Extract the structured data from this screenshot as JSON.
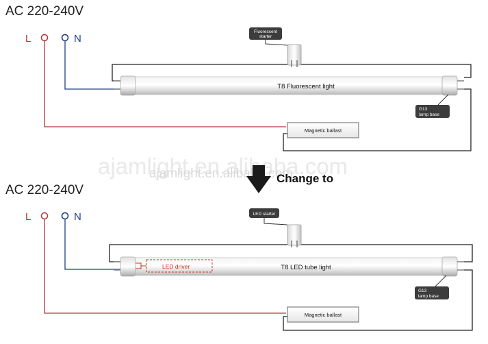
{
  "top_section": {
    "supply_label": "AC 220-240V",
    "live_label": "L",
    "neutral_label": "N",
    "starter_callout": [
      "Fluorescent",
      "starter"
    ],
    "tube_label": "T8 Fluorescent light",
    "base_callout": [
      "G13",
      "lamp base"
    ],
    "ballast_label": "Magnetic ballast"
  },
  "change": {
    "label": "Change to"
  },
  "watermark": {
    "large": "ajamlight.en.alibaba.com",
    "small": "ajamlight.en.alibaba.com"
  },
  "bottom_section": {
    "supply_label": "AC 220-240V",
    "live_label": "L",
    "neutral_label": "N",
    "starter_callout": [
      "LED starter"
    ],
    "driver_label": "LED driver",
    "tube_label": "T8 LED tube light",
    "base_callout": [
      "G13",
      "lamp base"
    ],
    "ballast_label": "Magnetic ballast"
  },
  "colors": {
    "live_wire": "#b03a3a",
    "neutral_wire": "#1d3f86",
    "circuit_wire": "#222222",
    "driver_red": "#d0301e",
    "callout_bg": "#3c3c3c"
  }
}
